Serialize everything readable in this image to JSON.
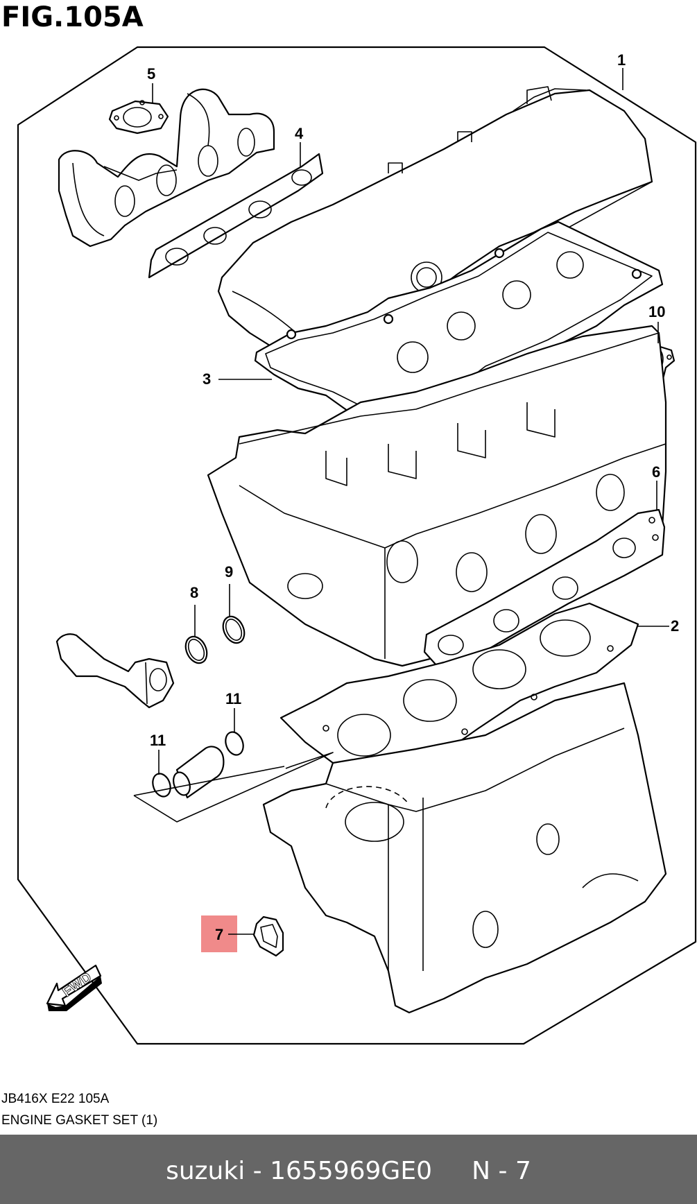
{
  "figure": {
    "title": "FIG.105A"
  },
  "callouts": {
    "c1": "1",
    "c2": "2",
    "c3": "3",
    "c4": "4",
    "c5": "5",
    "c6": "6",
    "c7": "7",
    "c8": "8",
    "c9": "9",
    "c10": "10",
    "c11a": "11",
    "c11b": "11"
  },
  "highlighted_callout": "7",
  "highlight_color": "#f08a8a",
  "fwd_arrow": {
    "label": "FWD"
  },
  "footer": {
    "code": "JB416X E22 105A",
    "title": "ENGINE GASKET SET (1)"
  },
  "bottom_bar": {
    "text": "suzuki - 1655969GE0     N - 7",
    "background": "#666666"
  }
}
